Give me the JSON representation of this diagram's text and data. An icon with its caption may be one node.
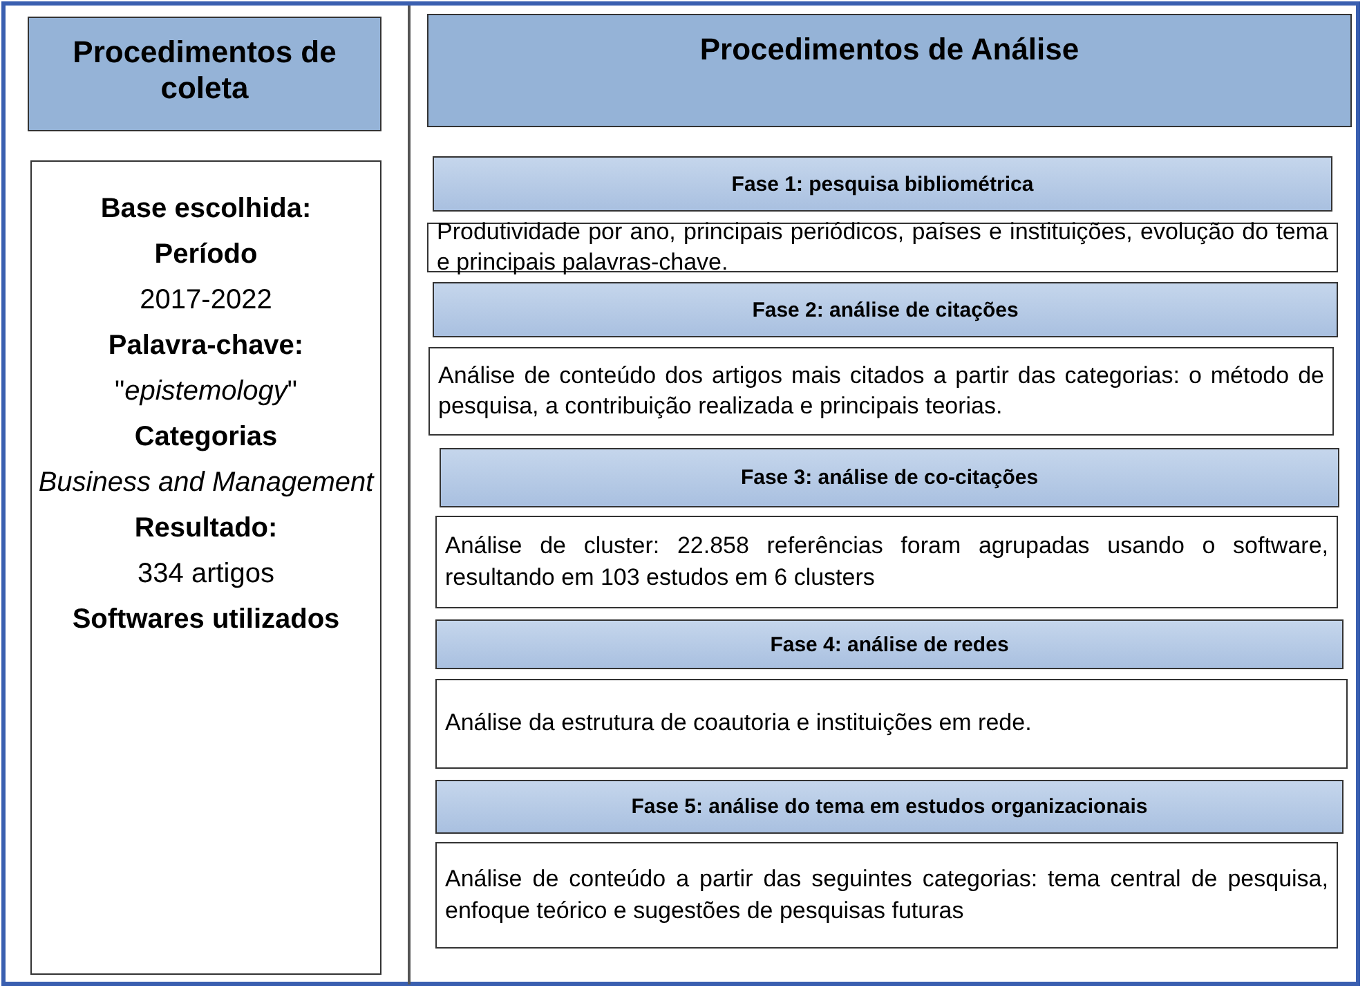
{
  "diagram": {
    "nodes": [
      {
        "text": [
          "Procedimentos de coleta"
        ]
      },
      {
        "text": [
          "Base escolhida:",
          "Período",
          "2017-2022",
          "Palavra-chave:",
          "\"*epistemology*\"",
          "Categorias",
          "Business and Management",
          "Resultado:",
          "334 artigos",
          "Softwares utilizados"
        ]
      },
      {
        "text": [
          "Procedimentos de Análise"
        ]
      },
      {
        "text": [
          "Fase 1: pesquisa bibliométrica"
        ]
      },
      {
        "text": [
          "Produtividade por ano, principais periódicos, países e instituições, evolução do tema e principais palavras-chave."
        ]
      },
      {
        "text": [
          "Fase 2: análise de citações"
        ]
      },
      {
        "text": [
          "Análise de conteúdo dos artigos mais citados a partir das categorias: o método de pesquisa, a contribuição realizada e principais teorias."
        ]
      },
      {
        "text": [
          "Fase 3: análise de co-citações"
        ]
      },
      {
        "text": [
          "Análise de cluster: 22.858 referências foram agrupadas usando o software, resultando em 103 estudos em 6 clusters"
        ]
      },
      {
        "text": [
          "Fase 4: análise de redes"
        ]
      },
      {
        "text": [
          "Análise da estrutura de coautoria e instituições em rede."
        ]
      },
      {
        "text": [
          "Fase 5: análise do tema em estudos organizacionais"
        ]
      },
      {
        "text": [
          "Análise de conteúdo a partir das seguintes categorias: tema central de pesquisa, enfoque teórico e sugestões de pesquisas futuras"
        ]
      }
    ],
    "edges": []
  }
}
